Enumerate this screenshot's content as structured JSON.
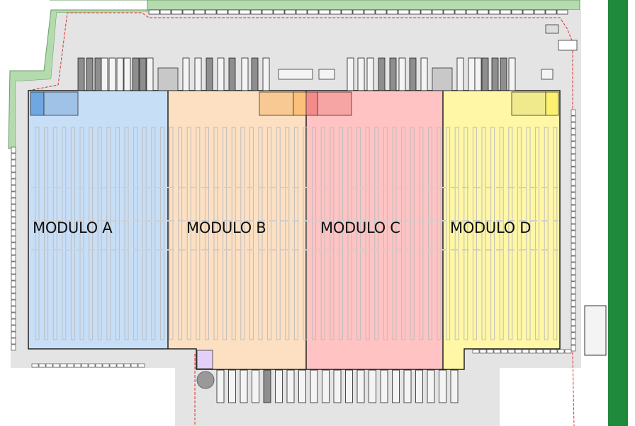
{
  "modules": [
    {
      "label": "MODULO A",
      "color": "#c7def7"
    },
    {
      "label": "MODULO B",
      "color": "#fde0c2"
    },
    {
      "label": "MODULO C",
      "color": "#ffc3c3"
    },
    {
      "label": "MODULO D",
      "color": "#fff7a6"
    }
  ],
  "colors": {
    "yard": "#e4e4e4",
    "green_border": "#b3dbad",
    "green_strip": "#1f8a3c",
    "fence": "#d9302c",
    "rack": "#bdbdbd",
    "truck_dark": "#8e8e8e",
    "office_blue": "#6fa7e0",
    "office_orange": "#fbc07a",
    "office_red": "#f48a8a",
    "office_yellow": "#fbf070",
    "lilac": "#e3cff7"
  }
}
